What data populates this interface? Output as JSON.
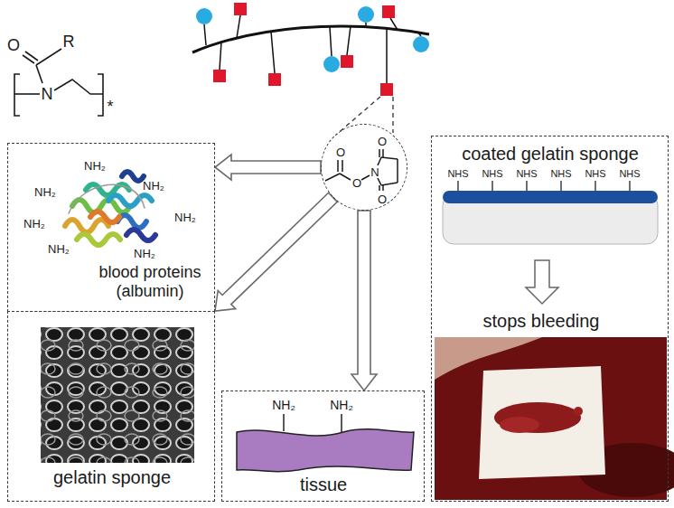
{
  "diagram": {
    "nodes": [
      {
        "text": [
          "blood proteins (albumin)"
        ]
      },
      {
        "text": [
          "gelatin sponge"
        ]
      },
      {
        "text": [
          "tissue"
        ]
      },
      {
        "text": [
          "O",
          "O",
          "N",
          "O",
          "O"
        ]
      },
      {
        "text": [
          "coated gelatin sponge",
          "stops bleeding"
        ]
      }
    ],
    "edges": [
      {
        "from": 3,
        "to": 0,
        "arrow": "to"
      },
      {
        "from": 3,
        "to": 1,
        "arrow": "to"
      },
      {
        "from": 3,
        "to": 2,
        "arrow": "to"
      }
    ],
    "labels": [
      "O",
      "R",
      "N",
      "*",
      "NH₂",
      "NH₂",
      "NH₂",
      "NH₂",
      "NH₂",
      "NH₂",
      "NH₂",
      "NHS",
      "NHS",
      "NHS",
      "NHS",
      "NHS",
      "NHS",
      "NH₂",
      "NH₂"
    ]
  }
}
